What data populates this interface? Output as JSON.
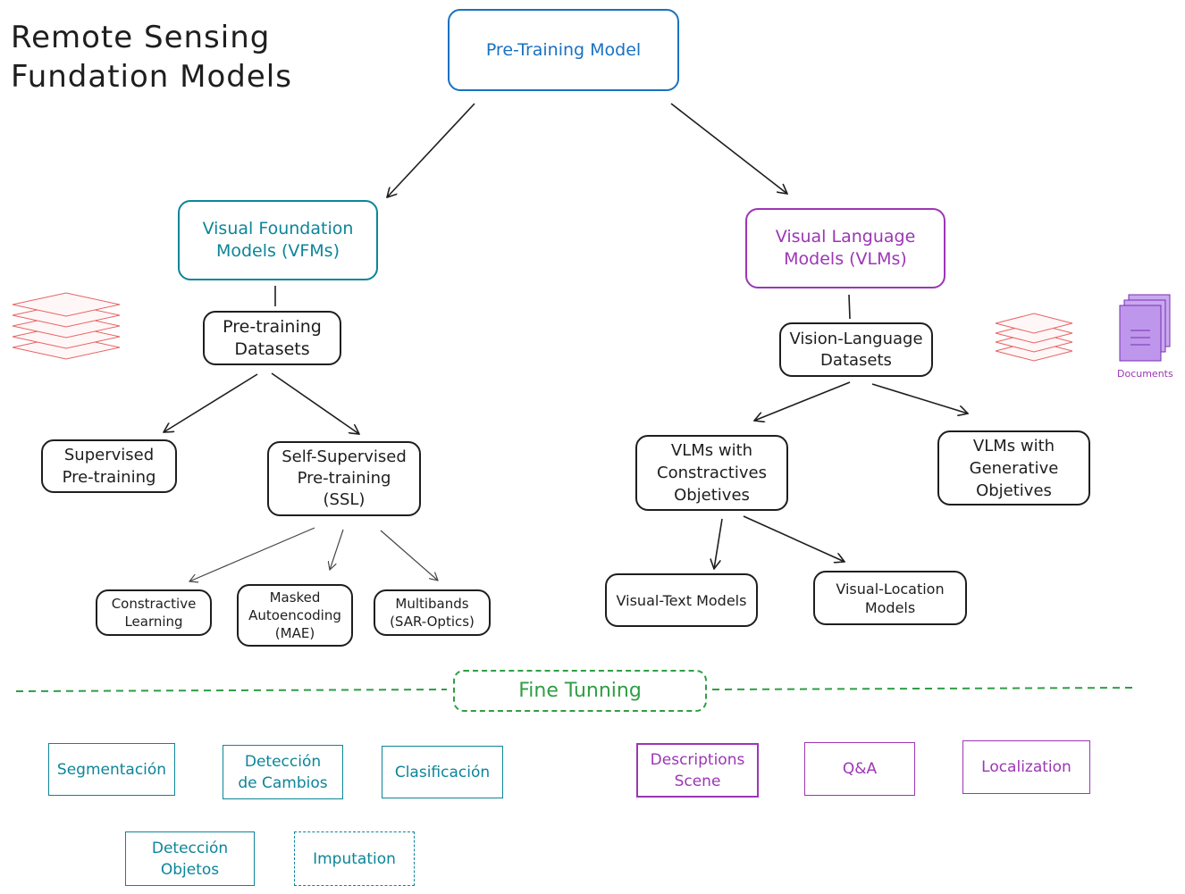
{
  "title": {
    "line1": "Remote Sensing",
    "line2": "Fundation Models"
  },
  "nodes": {
    "pretraining_model": "Pre-Training Model",
    "vfm": "Visual Foundation\nModels (VFMs)",
    "vlm": "Visual Language\nModels (VLMs)",
    "pretraining_datasets": "Pre-training\nDatasets",
    "vl_datasets": "Vision-Language\nDatasets",
    "supervised": "Supervised\nPre-training",
    "ssl": "Self-Supervised\nPre-training\n(SSL)",
    "vlm_contrastive": "VLMs with\nConstractives\nObjetives",
    "vlm_generative": "VLMs with\nGenerative\nObjetives",
    "constractive_learning": "Constractive\nLearning",
    "mae": "Masked\nAutoencoding\n(MAE)",
    "multibands": "Multibands\n(SAR-Optics)",
    "visual_text": "Visual-Text Models",
    "visual_location": "Visual-Location\nModels",
    "fine_tuning": "Fine Tunning"
  },
  "tasks": {
    "segmentacion": "Segmentación",
    "deteccion_cambios": "Detección\nde Cambios",
    "clasificacion": "Clasificación",
    "deteccion_objetos": "Detección\nObjetos",
    "imputation": "Imputation",
    "descriptions": "Descriptions\nScene",
    "qa": "Q&A",
    "localization": "Localization"
  },
  "icons": {
    "left_layers": "layers-icon",
    "right_layers": "layers-icon",
    "documents": "documents-icon",
    "documents_label": "Documents"
  },
  "colors": {
    "blue": "#1971c2",
    "teal": "#0c8599",
    "purple": "#9c36b5",
    "green": "#2f9e44",
    "red": "#e03131",
    "ink": "#1e1e1e"
  }
}
